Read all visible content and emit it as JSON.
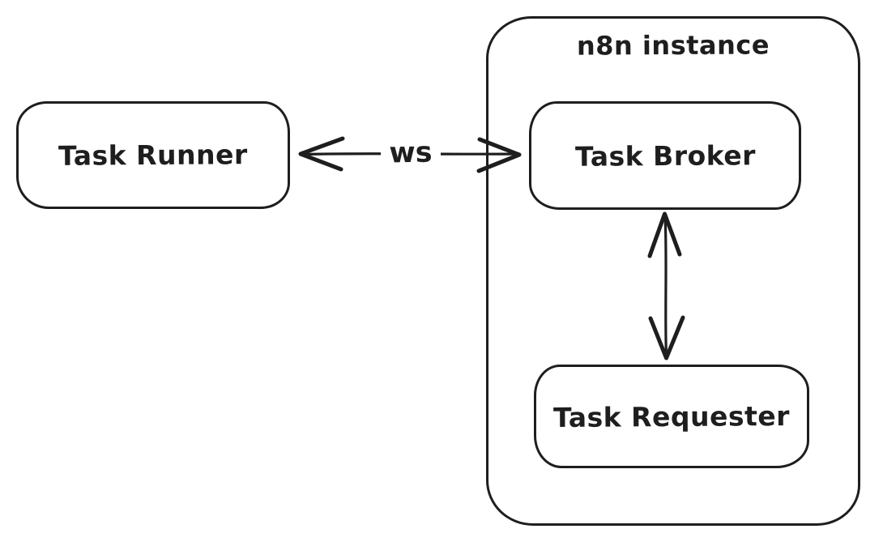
{
  "diagram": {
    "type": "architecture-diagram",
    "style": "hand-drawn",
    "background_color": "#ffffff",
    "stroke_color": "#1e1e1e",
    "container": {
      "id": "n8n-instance",
      "label": "n8n instance"
    },
    "nodes": [
      {
        "id": "task-runner",
        "label": "Task Runner",
        "parent": null
      },
      {
        "id": "task-broker",
        "label": "Task Broker",
        "parent": "n8n-instance"
      },
      {
        "id": "task-requester",
        "label": "Task Requester",
        "parent": "n8n-instance"
      }
    ],
    "edges": [
      {
        "from": "task-runner",
        "to": "task-broker",
        "label": "ws",
        "direction": "bidirectional"
      },
      {
        "from": "task-broker",
        "to": "task-requester",
        "label": "",
        "direction": "bidirectional"
      }
    ]
  }
}
